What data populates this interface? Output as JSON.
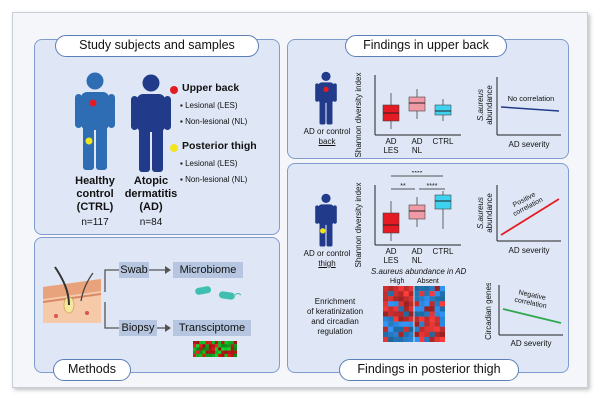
{
  "panels": {
    "study": {
      "title": "Study subjects and samples",
      "healthy": {
        "line1": "Healthy",
        "line2": "control",
        "line3": "(CTRL)",
        "n": "n=117"
      },
      "atopic": {
        "line1": "Atopic",
        "line2": "dermatitis",
        "line3": "(AD)",
        "n": "n=84"
      },
      "upper_back": {
        "label": "Upper back",
        "items": [
          "Lesional (LES)",
          "Non-lesional (NL)"
        ],
        "color": "#e51b23"
      },
      "posterior_thigh": {
        "label": "Posterior thigh",
        "items": [
          "Lesional (LES)",
          "Non-lesional (NL)"
        ],
        "color": "#f3e51c"
      }
    },
    "methods": {
      "title": "Methods",
      "swab": "Swab",
      "microbiome": "Microbiome",
      "biopsy": "Biopsy",
      "transciptome": "Transciptome"
    },
    "upper": {
      "title": "Findings in upper back",
      "subject_line1": "AD or control",
      "subject_line2": "back",
      "ylabel": "Shannon diversity index",
      "cats": [
        "AD LES",
        "AD NL",
        "CTRL"
      ],
      "cat_lines": [
        [
          "AD",
          "LES"
        ],
        [
          "AD",
          "NL"
        ],
        [
          "CTRL",
          ""
        ]
      ],
      "corr": {
        "ylabel_l1": "S.aureus",
        "ylabel_l2": "abundance",
        "xlabel": "AD severity",
        "note": "No correlation"
      }
    },
    "thigh": {
      "title": "Findings in posterior thigh",
      "subject_line1": "AD or control",
      "subject_line2": "thigh",
      "ylabel": "Shannon diversity index",
      "cat_lines": [
        [
          "AD",
          "LES"
        ],
        [
          "AD",
          "NL"
        ],
        [
          "CTRL",
          ""
        ]
      ],
      "sig": {
        "top": "****",
        "left": "**",
        "right": "****"
      },
      "corr_pos": {
        "ylabel_l1": "S.aureus",
        "ylabel_l2": "abundance",
        "xlabel": "AD severity",
        "note_l1": "Positive",
        "note_l2": "correlation"
      },
      "heatmap": {
        "title": "S.aureus abundance in AD",
        "col_high": "High",
        "col_absent": "Absent",
        "desc": [
          "Enrichment",
          "of keratinization",
          "and circadian",
          "regulation"
        ]
      },
      "corr_neg": {
        "ylabel": "Circadian genes",
        "xlabel": "AD severity",
        "note_l1": "Negative",
        "note_l2": "correlation"
      }
    }
  },
  "colors": {
    "ad_les": "#e51b23",
    "ad_nl": "#f199a5",
    "ctrl": "#3fd2f0",
    "person_ctrl": "#2e6db4",
    "person_ad": "#223a8a",
    "corr_pos": "#e51b23",
    "corr_neg": "#2fa84f"
  }
}
